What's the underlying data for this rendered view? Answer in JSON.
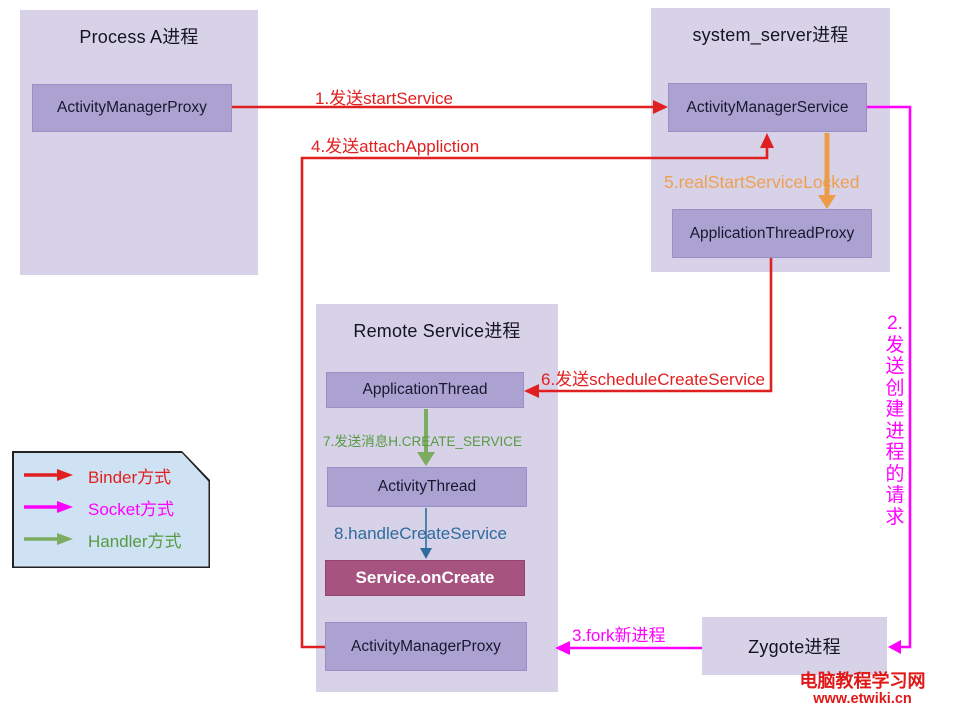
{
  "processes": {
    "process_a": {
      "title": "Process A进程"
    },
    "system_server": {
      "title": "system_server进程"
    },
    "remote_service": {
      "title": "Remote Service进程"
    },
    "zygote": {
      "title": "Zygote进程"
    }
  },
  "nodes": {
    "amp_a": "ActivityManagerProxy",
    "ams": "ActivityManagerService",
    "atp": "ApplicationThreadProxy",
    "app_thread": "ApplicationThread",
    "activity_thread": "ActivityThread",
    "service_oncreate": "Service.onCreate",
    "amp_remote": "ActivityManagerProxy"
  },
  "steps": {
    "s1": "1.发送startService",
    "s2": "2.\n发\n送\n创\n建\n进\n程\n的\n请\n求",
    "s3": "3.fork新进程",
    "s4": "4.发送attachAppliction",
    "s5": "5.realStartServiceLocked",
    "s6": "6.发送scheduleCreateService",
    "s7": "7.发送消息H.CREATE_SERVICE",
    "s8": "8.handleCreateService"
  },
  "legend": {
    "items": [
      {
        "label": "Binder方式",
        "color": "#e02020"
      },
      {
        "label": "Socket方式",
        "color": "#ff00ff"
      },
      {
        "label": "Handler方式",
        "color": "#7cac60"
      }
    ]
  },
  "watermark": {
    "line1": "电脑教程学习网",
    "line2": "www.etwiki.cn"
  },
  "colors": {
    "binder_red": "#e02020",
    "socket_magenta": "#ff00ff",
    "handler_green": "#7cac60",
    "orange": "#eda052",
    "blue": "#2e6b9e",
    "process_box": "#d8d2e8",
    "node_box": "#aca2d2",
    "service_oncreate_box": "#a65380",
    "legend_bg": "#cfe2f3",
    "watermark_red": "#e01818"
  }
}
